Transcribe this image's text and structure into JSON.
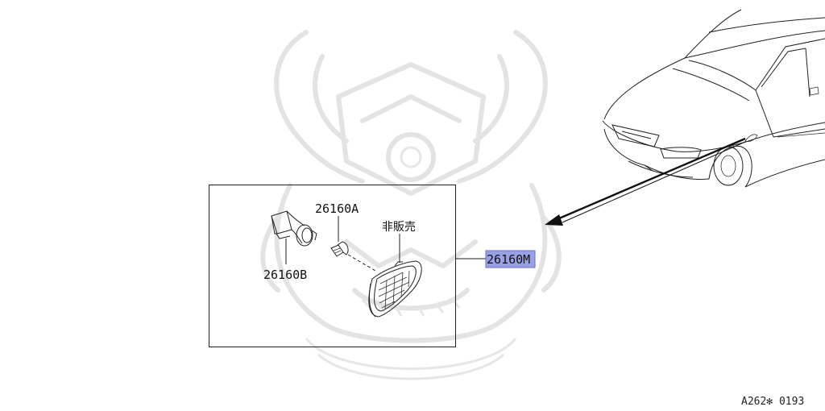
{
  "parts": {
    "part_a": "26160A",
    "part_b": "26160B",
    "part_main": "26160M",
    "not_for_sale": "非販売"
  },
  "diagram_code": "A262✻ 0193",
  "colors": {
    "highlight": "#9aa0e6",
    "line": "#222222",
    "watermark": "#e3e3e3"
  },
  "icons": {
    "watermark": "samurai-helmet-watermark-icon",
    "vehicle": "car-front-icon",
    "bulb": "bulb-icon",
    "socket": "bulb-socket-icon",
    "lamp": "side-marker-lamp-icon"
  }
}
